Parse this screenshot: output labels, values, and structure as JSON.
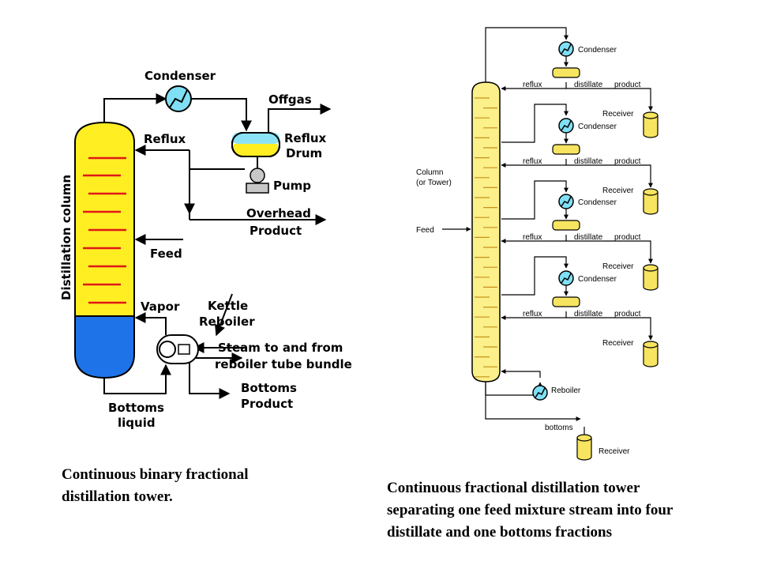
{
  "left": {
    "condenser": "Condenser",
    "offgas": "Offgas",
    "reflux": "Reflux",
    "reflux_drum_1": "Reflux",
    "reflux_drum_2": "Drum",
    "pump": "Pump",
    "overhead_1": "Overhead",
    "overhead_2": "Product",
    "column": "Distillation column",
    "feed": "Feed",
    "vapor": "Vapor",
    "kettle_1": "Kettle",
    "kettle_2": "Reboiler",
    "steam_1": "Steam to and from",
    "steam_2": "reboiler tube bundle",
    "bottoms_product_1": "Bottoms",
    "bottoms_product_2": "Product",
    "bottoms_liquid_1": "Bottoms",
    "bottoms_liquid_2": "liquid",
    "caption_1": "Continuous binary fractional",
    "caption_2": "distillation tower."
  },
  "right": {
    "condenser": "Condenser",
    "reflux": "reflux",
    "distillate": "distillate",
    "product": "product",
    "receiver": "Receiver",
    "column_1": "Column",
    "column_2": "(or Tower)",
    "feed": "Feed",
    "reboiler": "Reboiler",
    "bottoms": "bottoms",
    "caption_1": "Continuous fractional distillation tower",
    "caption_2": "separating one feed mixture stream into four",
    "caption_3": "distillate and one bottoms fractions"
  },
  "colors": {
    "column_yellow": "#ffee22",
    "liquid_blue": "#1e73e8",
    "tray_red": "#e01818",
    "hx_cyan": "#7fe0f5",
    "tall_column": "#fbf08a",
    "tall_tray": "#c8901a",
    "drum_fill": "#f7e460"
  }
}
